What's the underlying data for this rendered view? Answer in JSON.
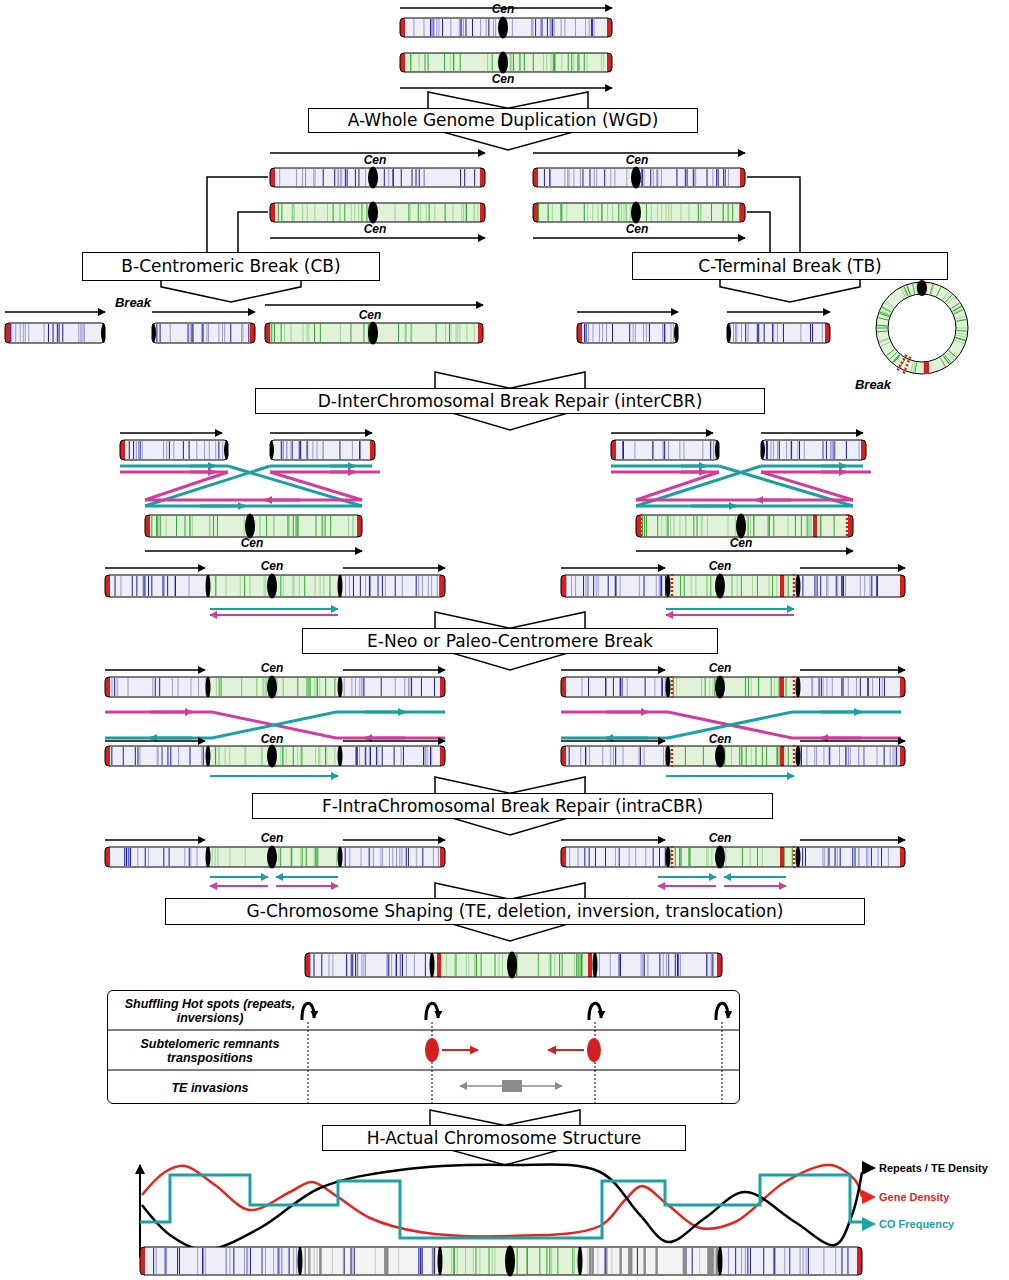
{
  "diagram": {
    "nodes": [
      {
        "text": [
          "A-Whole Genome Duplication (WGD)"
        ]
      },
      {
        "text": [
          "B-Centromeric Break (CB)"
        ]
      },
      {
        "text": [
          "C-Terminal Break (TB)"
        ]
      },
      {
        "text": [
          "D-InterChromosomal Break Repair (interCBR)"
        ]
      },
      {
        "text": [
          "E-Neo or Paleo-Centromere Break"
        ]
      },
      {
        "text": [
          "F-IntraChromosomal Break Repair (intraCBR)"
        ]
      },
      {
        "text": [
          "G-Chromosome Shaping (TE, deletion, inversion, translocation)"
        ]
      },
      {
        "text": [
          "Shuffling Hot spots (repeats, inversions)",
          "Subtelomeric remnants transpositions",
          "TE invasions"
        ]
      },
      {
        "text": [
          "H-Actual Chromosome Structure"
        ]
      }
    ],
    "labels": [
      "Cen",
      "Cen",
      "Cen",
      "Cen",
      "Cen",
      "Cen",
      "Break",
      "Cen",
      "Break",
      "Cen",
      "Cen",
      "Cen",
      "Cen",
      "Cen",
      "Cen",
      "Cen",
      "Cen",
      "Cen",
      "Cen"
    ],
    "legend": [
      {
        "text": "Repeats / TE Density",
        "color": "#000000"
      },
      {
        "text": "Gene Density",
        "color": "#e8231f"
      },
      {
        "text": "CO Frequency",
        "color": "#1ba3a3"
      }
    ]
  }
}
